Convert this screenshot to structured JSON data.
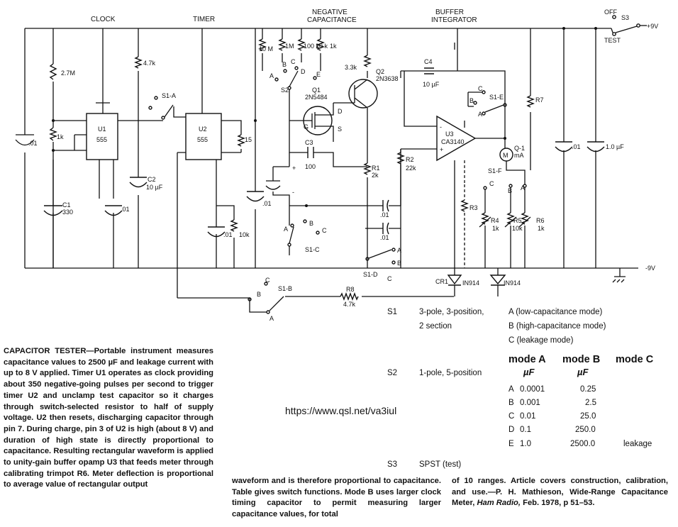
{
  "schematic": {
    "sections": {
      "clock": "CLOCK",
      "timer": "TIMER",
      "neg1": "NEGATIVE",
      "neg2": "CAPACITANCE",
      "buf1": "BUFFER",
      "buf2": "INTEGRATOR"
    },
    "components": {
      "u1": "U1",
      "u1_chip": "555",
      "u2": "U2",
      "u2_chip": "555",
      "u3": "U3",
      "u3_chip": "CA3140",
      "q1": "Q1",
      "q1_part": "2N5484",
      "q2": "Q2",
      "q2_part": "2N3638",
      "r_27m": "2.7M",
      "r_1k": "1k",
      "r_47k": "4.7k",
      "r_15": "15",
      "r_10k": "10k",
      "r_33k": "3.3k",
      "r1": "R1",
      "r1_val": "2k",
      "r2": "R2",
      "r2_val": "22k",
      "r3": "R3",
      "r4": "R4",
      "r4_val": "1k",
      "r5": "R5",
      "r5_val": "10k",
      "r6": "R6",
      "r6_val": "1k",
      "r7": "R7",
      "r8": "R8",
      "r8_val": "4.7k",
      "r_10m": "10 M",
      "r_1m": "1M",
      "r_100k": "100 k",
      "r_10k2": "10 k",
      "r_1k2": "1k",
      "c1": "C1",
      "c1_val": "330",
      "c2": "C2",
      "c2_val": "10 µF",
      "c3": "C3",
      "c3_val": "100",
      "c4": "C4",
      "c4_val": "10 µF",
      "c_01": ".01",
      "c_10uf": "1.0 µF",
      "meter": "Q-1",
      "meter2": "mA",
      "meter_sym": "M",
      "cr1": "CR1",
      "d1": "IN914",
      "d2": "IN914",
      "s1a": "S1-A",
      "s1b": "S1-B",
      "s1c": "S1-C",
      "s1d": "S1-D",
      "s1e": "S1-E",
      "s1f": "S1-F",
      "s2": "S2",
      "s3": "S3",
      "off": "OFF",
      "test": "TEST",
      "vplus": "+9V",
      "vminus": "-9V",
      "pin_a": "A",
      "pin_b": "B",
      "pin_c": "C",
      "pin_d": "D",
      "pin_e": "E",
      "pin_s": "S",
      "pin_g": "G"
    }
  },
  "caption": {
    "title": "CAPACITOR TESTER",
    "col1": "—Portable instrument measures capacitance values to 2500 µF and leakage current with up to 8 V applied. Timer U1 operates as clock providing about 350 negative-going pulses per second to trigger timer U2 and unclamp test capacitor so it charges through switch-selected resistor to half of supply voltage. U2 then resets, discharging capacitor through pin 7. During charge, pin 3 of U2 is high (about 8 V) and duration of high state is directly proportional to capacitance. Resulting rectangular waveform is applied to unity-gain buffer opamp U3 that feeds meter through calibrating trimpot R6. Meter deflection is proportional to average value of rectangular output",
    "col2": "waveform and is therefore proportional to capacitance. Table gives switch functions. Mode B uses larger clock timing capacitor to permit measuring larger capacitance values, for total",
    "col3_a": "of 10 ranges. Article covers construction, calibration, and use.—P. H. Mathieson, Wide-Range Capacitance Meter, ",
    "col3_mag": "Ham Radio,",
    "col3_b": " Feb. 1978, p 51–53."
  },
  "url": "https://www.qsl.net/va3iul",
  "switches": {
    "s1": {
      "name": "S1",
      "desc1": "3-pole, 3-position,",
      "desc2": "2 section",
      "mode_a": "A (low-capacitance mode)",
      "mode_b": "B (high-capacitance mode)",
      "mode_c": "C (leakage mode)"
    },
    "s2": {
      "name": "S2",
      "desc": "1-pole, 5-position"
    },
    "s3": {
      "name": "S3",
      "desc": "SPST (test)"
    }
  },
  "table": {
    "headers": [
      "mode A",
      "mode B",
      "mode C"
    ],
    "unit": "µF",
    "rows": [
      {
        "pos": "A",
        "a": "0.0001",
        "b": "0.25",
        "c": ""
      },
      {
        "pos": "B",
        "a": "0.001",
        "b": "2.5",
        "c": ""
      },
      {
        "pos": "C",
        "a": "0.01",
        "b": "25.0",
        "c": ""
      },
      {
        "pos": "D",
        "a": "0.1",
        "b": "250.0",
        "c": ""
      },
      {
        "pos": "E",
        "a": "1.0",
        "b": "2500.0",
        "c": "leakage"
      }
    ]
  }
}
